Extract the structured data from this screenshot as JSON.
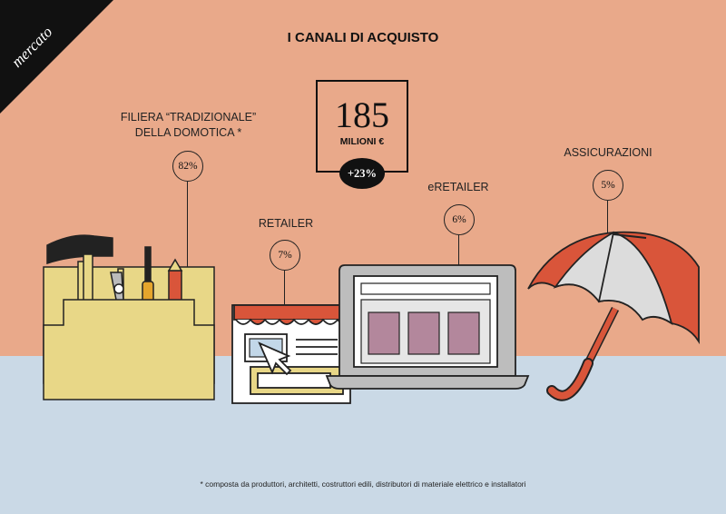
{
  "section_tag": "mercato",
  "title": "I CANALI DI ACQUISTO",
  "total": {
    "value": "185",
    "unit": "MILIONI €",
    "growth": "+23%"
  },
  "channels": [
    {
      "label_line1": "FILIERA “TRADIZIONALE”",
      "label_line2": "DELLA DOMOTICA *",
      "share": "82%",
      "icon": "toolbox-icon"
    },
    {
      "label": "RETAILER",
      "share": "7%",
      "icon": "storefront-window-icon"
    },
    {
      "label": "eRETAILER",
      "share": "6%",
      "icon": "laptop-shop-icon"
    },
    {
      "label": "ASSICURAZIONI",
      "share": "5%",
      "icon": "umbrella-icon"
    }
  ],
  "footnote": "* composta da produttori, architetti, costruttori edili, distributori di materiale elettrico e installatori",
  "colors": {
    "top_background": "#e9a98a",
    "bottom_background": "#cad9e6",
    "accent_red": "#d9553a",
    "toolbox_yellow": "#e8d787"
  }
}
